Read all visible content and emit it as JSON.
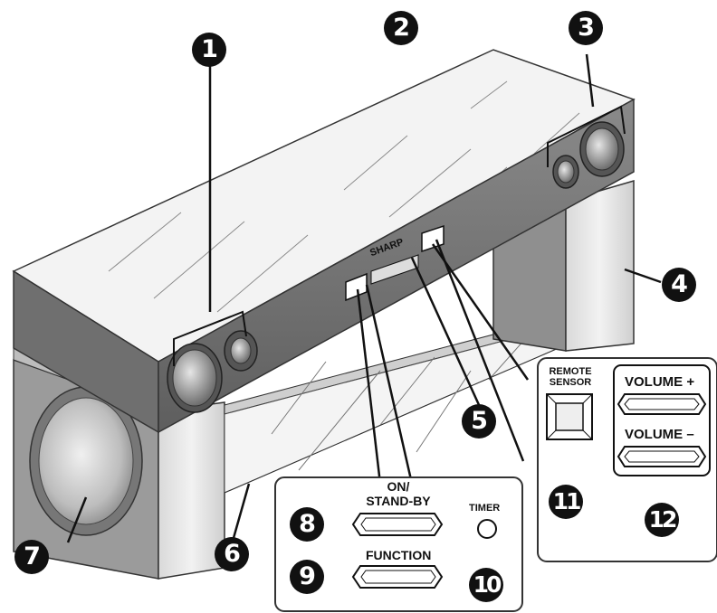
{
  "brand": "SHARP",
  "callouts": [
    "1",
    "2",
    "3",
    "4",
    "5",
    "6",
    "7",
    "8",
    "9",
    "10",
    "11",
    "12"
  ],
  "controls": {
    "on_standby": "ON/\nSTAND-BY",
    "function": "FUNCTION",
    "timer": "TIMER",
    "remote_sensor": "REMOTE\nSENSOR",
    "volume_up": "VOLUME +",
    "volume_down": "VOLUME –"
  }
}
